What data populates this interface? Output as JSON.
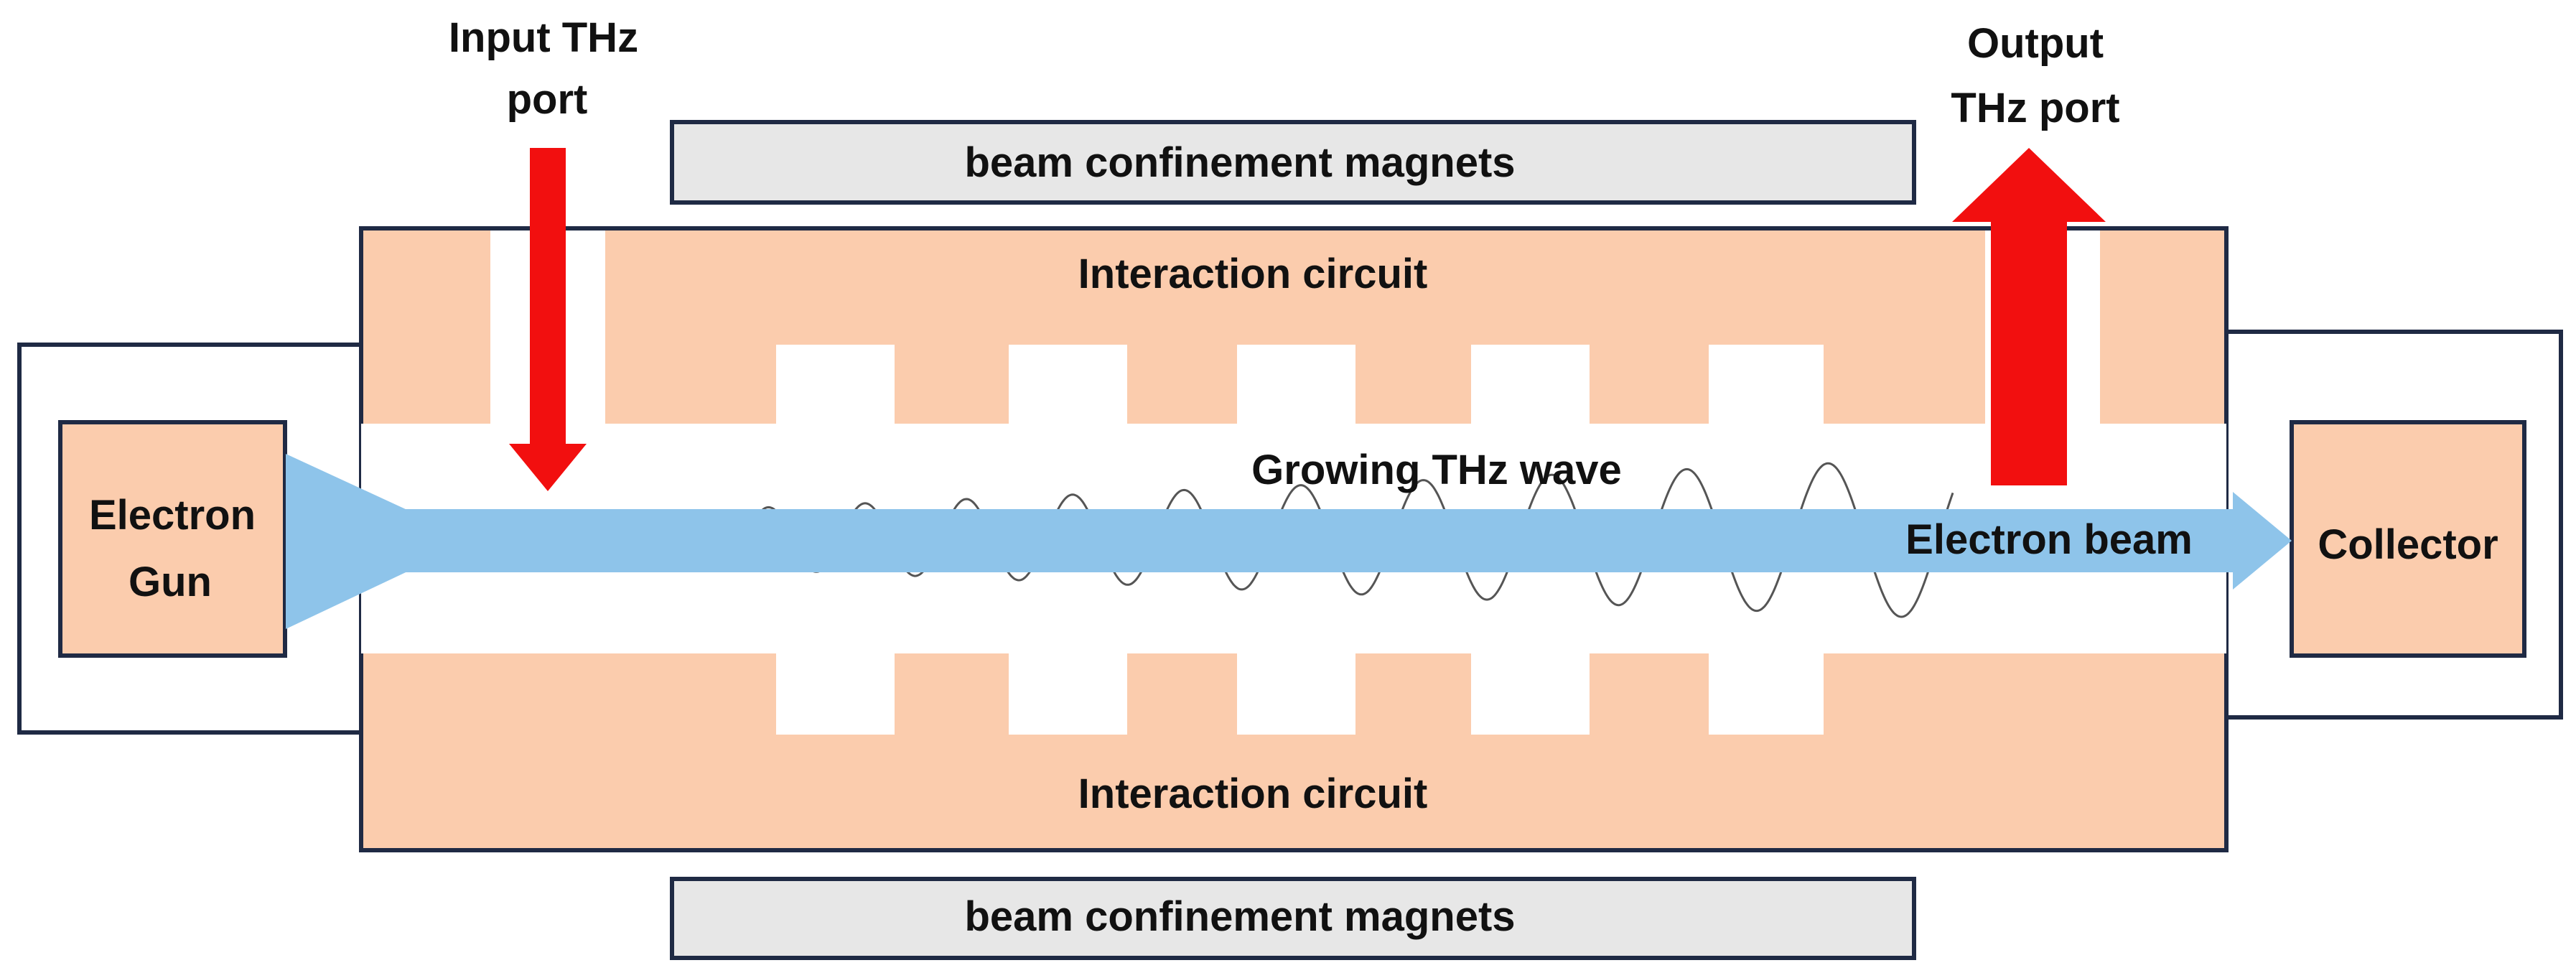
{
  "colors": {
    "circuit_fill": "#fbccad",
    "outline": "#1f2a44",
    "magnet_fill": "#e7e7e7",
    "beam": "#8ec4ea",
    "port_arrow": "#f20f0f",
    "wave": "#555555"
  },
  "labels": {
    "input_port_line1": "Input THz",
    "input_port_line2": "port",
    "output_port_line1": "Output",
    "output_port_line2": "THz port",
    "magnets_top": "beam confinement magnets",
    "magnets_bottom": "beam confinement magnets",
    "circuit_top": "Interaction circuit",
    "circuit_bottom": "Interaction circuit",
    "electron_gun_line1": "Electron",
    "electron_gun_line2": "Gun",
    "collector": "Collector",
    "growing_wave": "Growing THz wave",
    "electron_beam": "Electron beam"
  },
  "icons": {
    "input_arrow": "down-arrow-icon",
    "output_arrow": "up-arrow-icon",
    "beam_arrow": "right-arrow-icon"
  }
}
